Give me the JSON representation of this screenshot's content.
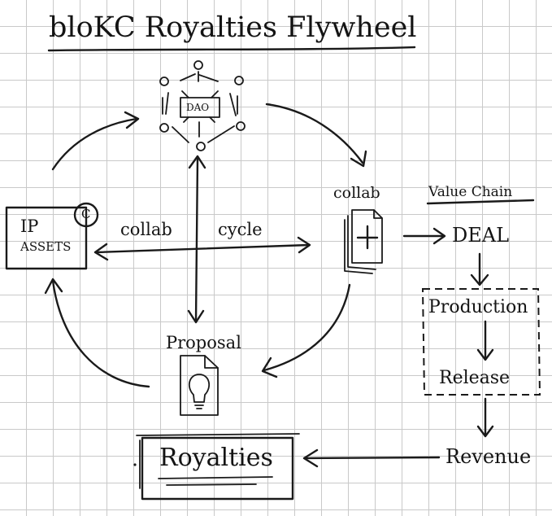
{
  "title": "bloKC Royalties Flywheel",
  "center_labels": {
    "left": "collab",
    "right": "cycle"
  },
  "nodes": {
    "dao": "DAO",
    "ip_assets": {
      "line1": "IP",
      "line2": "ASSETS",
      "badge": "C"
    },
    "collab": "collab",
    "proposal": "Proposal",
    "royalties": "Royalties"
  },
  "value_chain": {
    "heading": "Value Chain",
    "steps": [
      "DEAL",
      "Production",
      "Release",
      "Revenue"
    ]
  },
  "icons": {
    "dao_network": "network-icon",
    "collab_docs": "document-stack-plus-icon",
    "proposal_doc": "document-lightbulb-icon"
  }
}
